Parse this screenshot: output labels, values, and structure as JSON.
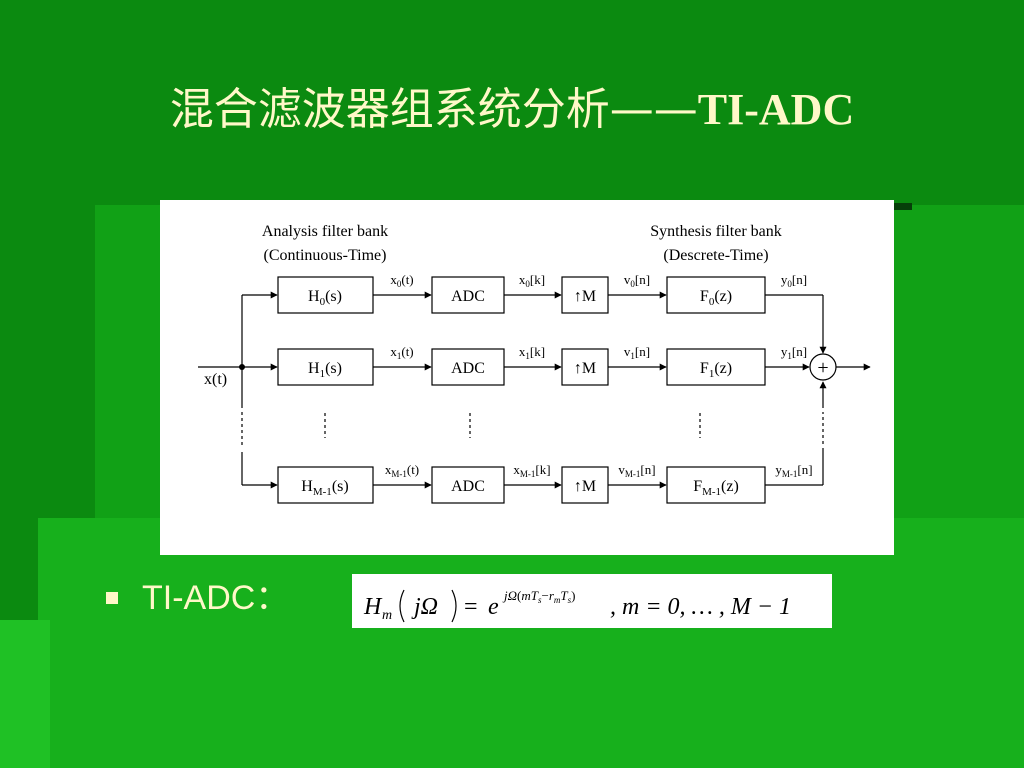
{
  "slide": {
    "title_cjk": "混合滤波器组系统分析",
    "title_dash": "——",
    "title_latin": "TI-ADC"
  },
  "diagram": {
    "analysis_header": [
      "Analysis filter bank",
      "(Continuous-Time)"
    ],
    "synthesis_header": [
      "Synthesis filter bank",
      "(Descrete-Time)"
    ],
    "input_label": "x(t)",
    "adder_symbol": "+",
    "channels": [
      {
        "h": {
          "base": "H",
          "sub": "0",
          "tail": "(s)"
        },
        "adc": "ADC",
        "up": "↑M",
        "f": {
          "base": "F",
          "sub": "0",
          "tail": "(z)"
        },
        "x_t": {
          "base": "x",
          "sub": "0",
          "tail": "(t)"
        },
        "x_k": {
          "base": "x",
          "sub": "0",
          "tail": "[k]"
        },
        "v_n": {
          "base": "v",
          "sub": "0",
          "tail": "[n]"
        },
        "y_n": {
          "base": "y",
          "sub": "0",
          "tail": "[n]"
        }
      },
      {
        "h": {
          "base": "H",
          "sub": "1",
          "tail": "(s)"
        },
        "adc": "ADC",
        "up": "↑M",
        "f": {
          "base": "F",
          "sub": "1",
          "tail": "(z)"
        },
        "x_t": {
          "base": "x",
          "sub": "1",
          "tail": "(t)"
        },
        "x_k": {
          "base": "x",
          "sub": "1",
          "tail": "[k]"
        },
        "v_n": {
          "base": "v",
          "sub": "1",
          "tail": "[n]"
        },
        "y_n": {
          "base": "y",
          "sub": "1",
          "tail": "[n]"
        }
      },
      {
        "h": {
          "base": "H",
          "sub": "M-1",
          "tail": "(s)"
        },
        "adc": "ADC",
        "up": "↑M",
        "f": {
          "base": "F",
          "sub": "M-1",
          "tail": "(z)"
        },
        "x_t": {
          "base": "x",
          "sub": "M-1",
          "tail": "(t)"
        },
        "x_k": {
          "base": "x",
          "sub": "M-1",
          "tail": "[k]"
        },
        "v_n": {
          "base": "v",
          "sub": "M-1",
          "tail": "[n]"
        },
        "y_n": {
          "base": "y",
          "sub": "M-1",
          "tail": "[n]"
        }
      }
    ]
  },
  "bullet": {
    "label": "TI-ADC："
  },
  "formula": {
    "lhs_symbol": "H",
    "lhs_subscript": "m",
    "lhs_argument": "jΩ",
    "equals": "=",
    "base": "e",
    "exponent_prefix": "jΩ",
    "exponent_term1": "mT",
    "exponent_term1_sub": "s",
    "exponent_minus": "−",
    "exponent_term2": "r",
    "exponent_term2_sub": "m",
    "exponent_term3": "T",
    "exponent_term3_sub": "s",
    "condition": ", m = 0, … , M − 1"
  },
  "colors": {
    "background": "#0b8a10",
    "title_text": "#fff8c8",
    "diagram_bg": "#ffffff"
  }
}
